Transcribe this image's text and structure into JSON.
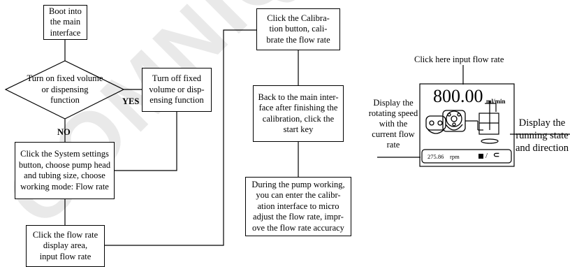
{
  "flowchart": {
    "boot": "Boot into\nthe main\ninterface",
    "decision": "Turn on  fixed volume\nor dispensing\nfunction",
    "turn_off": "Turn off fixed\nvolume or disp-\nensing function",
    "yes_label": "YES",
    "no_label": "NO",
    "system_settings": "Click the  System settings\nbutton, choose pump head\nand tubing size, choose\nworking mode: Flow rate",
    "flow_rate_area": "Click the flow rate\ndisplay area,\ninput flow rate",
    "calibration": "Click the Calibra-\ntion button, cali-\nbrate the flow rate",
    "back_main": "Back to the main inter-\nface after finishing the\ncalibration, click the\nstart key",
    "micro_adjust": "During the pump working,\nyou can enter the calibr-\nation interface to micro\nadjust the flow rate, impr-\nove the flow rate accuracy"
  },
  "panel": {
    "top_label": "Click here input flow rate",
    "left_label": "Display the\nrotating speed\nwith the\ncurrent flow\nrate",
    "right_label": "Display the\nrunning state\nand direction",
    "flow_value": "800.00",
    "flow_unit": "ml/min",
    "rpm_value": "275.86",
    "rpm_unit": "rpm",
    "state_separator": "/",
    "direction_symbol": "⊂"
  },
  "watermark": {
    "text": "COMNIQU",
    "color": "#e9e9e9"
  }
}
